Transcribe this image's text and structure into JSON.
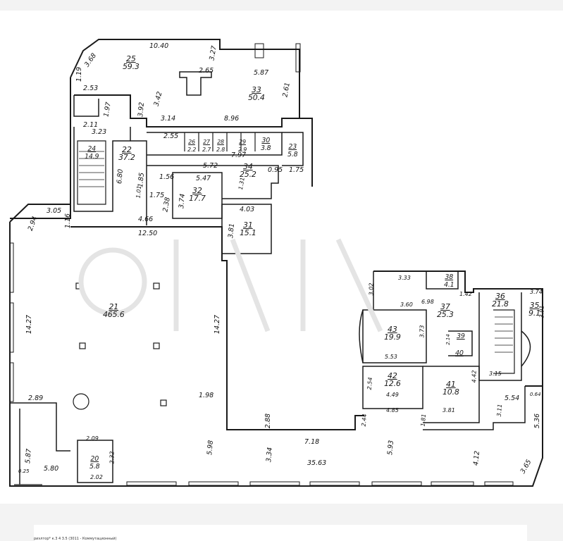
{
  "rooms": [
    {
      "id": "room-25",
      "number": "25",
      "area": "59.3"
    },
    {
      "id": "room-33",
      "number": "33",
      "area": "50.4"
    },
    {
      "id": "room-22",
      "number": "22",
      "area": "37.2"
    },
    {
      "id": "room-24",
      "number": "24",
      "area": "14.9"
    },
    {
      "id": "room-26",
      "number": "26",
      "area": "2.2"
    },
    {
      "id": "room-27",
      "number": "27",
      "area": "2.7"
    },
    {
      "id": "room-28",
      "number": "28",
      "area": "2.8"
    },
    {
      "id": "room-29",
      "number": "29",
      "area": "2.9"
    },
    {
      "id": "room-30",
      "number": "30",
      "area": "3.8"
    },
    {
      "id": "room-23",
      "number": "23",
      "area": "5.8"
    },
    {
      "id": "room-32",
      "number": "32",
      "area": "17.7"
    },
    {
      "id": "room-34",
      "number": "34",
      "area": "25.2"
    },
    {
      "id": "room-31",
      "number": "31",
      "area": "15.1"
    },
    {
      "id": "room-21",
      "number": "21",
      "area": "465.6"
    },
    {
      "id": "room-20",
      "number": "20",
      "area": "5.8"
    },
    {
      "id": "room-38",
      "number": "38",
      "area": "4.1"
    },
    {
      "id": "room-37",
      "number": "37",
      "area": "25.3"
    },
    {
      "id": "room-36",
      "number": "36",
      "area": "21.8"
    },
    {
      "id": "room-35",
      "number": "35",
      "area": "9.1"
    },
    {
      "id": "room-43",
      "number": "43",
      "area": "19.9"
    },
    {
      "id": "room-39",
      "number": "39",
      "area": ""
    },
    {
      "id": "room-40",
      "number": "40",
      "area": ""
    },
    {
      "id": "room-42",
      "number": "42",
      "area": "12.6"
    },
    {
      "id": "room-41",
      "number": "41",
      "area": "10.8"
    }
  ],
  "dimensions": [
    "10.40",
    "3.68",
    "3.27",
    "2.65",
    "5.87",
    "2.61",
    "2.53",
    "1.19",
    "3.42",
    "1.97",
    "3.92",
    "3.14",
    "8.96",
    "2.11",
    "3.23",
    "2.55",
    "7.97",
    "0.95",
    "1.75",
    "5.72",
    "5.47",
    "1.56",
    "6.80",
    "1.85",
    "1.75",
    "3.74",
    "2.38",
    "4.03",
    "3.81",
    "3.05",
    "2.94",
    "4.66",
    "1.16",
    "12.50",
    "14.27",
    "14.27",
    "2.89",
    "1.98",
    "2.88",
    "5.98",
    "3.34",
    "7.18",
    "35.63",
    "5.93",
    "4.12",
    "5.36",
    "5.54",
    "0.64",
    "3.65",
    "2.09",
    "2.32",
    "2.02",
    "5.87",
    "0.25",
    "5.80",
    "3.33",
    "3.02",
    "3.60",
    "6.98",
    "1.42",
    "3.74",
    "3.91",
    "3.73",
    "5.53",
    "2.54",
    "4.49",
    "4.85",
    "2.44",
    "1.81",
    "3.81",
    "4.42",
    "3.15",
    "3.11",
    "2.14",
    "1.01",
    "1.31"
  ],
  "footer": {
    "text": "риэлтор* к.3 4 3.5 (3011 - Коммутационный)"
  },
  "colors": {
    "line": "#1a1a1a",
    "paper": "#ffffff",
    "background": "#f3f3f3"
  }
}
